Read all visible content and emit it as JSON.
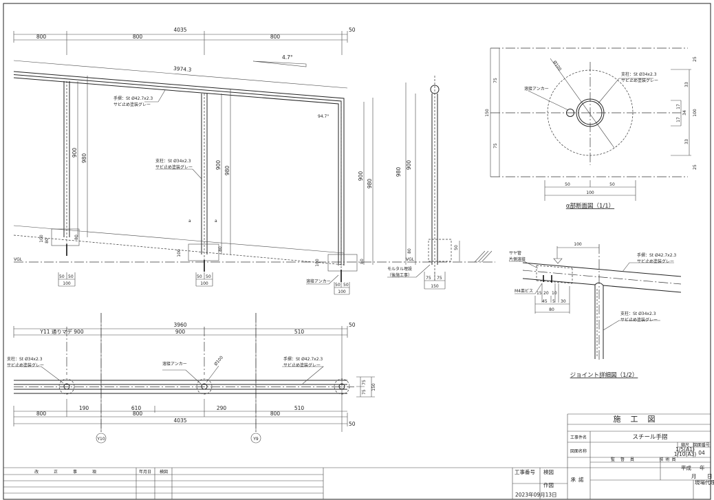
{
  "elevation": {
    "total": "4035",
    "end": "50",
    "spans": [
      "800",
      "800",
      "800"
    ],
    "slope_len": "3974.3",
    "angle": "4.7°",
    "corner_angle": "94.7°",
    "rail_label": "手摺：St Ø42.7x2.3",
    "rail_paint": "サビ止め塗装グレー",
    "post_label": "支柱：St Ø34x2.3",
    "post_paint": "サビ止め塗装グレー",
    "h900": "900",
    "h980": "980",
    "d100": "100",
    "d80": "80",
    "d20": "20",
    "d50": "50",
    "vgl": "VGL",
    "anchor": "溶接アンカー",
    "sec_mark": "a"
  },
  "side": {
    "h980": "980",
    "h900": "900",
    "d80": "80",
    "d50": "50",
    "d75": "75",
    "d150": "150",
    "vgl": "VGL",
    "mortar": "モルタル埋設",
    "mortar2": "（後施工事）"
  },
  "section": {
    "title": "α部断面図（1/1）",
    "dia": "Ø100",
    "anchor": "溶接アンカー",
    "post_label": "支柱：St Ø34x2.3",
    "post_paint": "サビ止め塗装グレー",
    "left": [
      "75",
      "150",
      "75"
    ],
    "right": [
      "25",
      "33",
      "17",
      "34",
      "17",
      "100",
      "33",
      "25"
    ],
    "bottom": [
      "50",
      "50",
      "100"
    ]
  },
  "joint": {
    "title": "ジョイント詳細図（1/2）",
    "sleeve": "サヤ管",
    "weld": "片側溶接",
    "d100": "100",
    "rail_label": "手摺：St Ø42.7x2.3",
    "rail_paint": "サビ止め塗装グレー",
    "post_label": "支柱：St Ø34x2.3",
    "post_paint": "サビ止め塗装グレー",
    "screw": "M4皿ビス",
    "dims1": [
      "15",
      "20",
      "10"
    ],
    "dims2": [
      "45",
      "5",
      "30"
    ],
    "dim3": "80"
  },
  "plan": {
    "top_total": "3960",
    "top_end": "50",
    "top_spans": [
      "Y11 通りマデ 900",
      "900",
      "510"
    ],
    "post_label": "支柱：St Ø34x2.3",
    "post_paint": "サビ止め塗装グレー",
    "anchor": "溶接アンカー",
    "dia": "Ø100",
    "rail_label": "手摺：St Ø42.7x2.3",
    "rail_paint": "サビ止め塗装グレー",
    "side": [
      "75",
      "75",
      "150"
    ],
    "sub": [
      "190",
      "610",
      "290",
      "510"
    ],
    "spans": [
      "800",
      "800",
      "800"
    ],
    "total": "4035",
    "end": "50",
    "grids": [
      "Y10",
      "Y9"
    ]
  },
  "title_block": {
    "title": "施工図",
    "project_label": "工事件名",
    "project": "スチール手摺",
    "drawing_label": "図面名称",
    "scale_label": "縮尺",
    "scale1": "1/5(A1)",
    "scale2": "1/10(A3)",
    "number_label": "図面番号",
    "number": "04",
    "approval": "承諾",
    "supervisor": "監督員",
    "engineer": "技術員",
    "era": "平成",
    "year": "年",
    "month": "月",
    "day": "日",
    "agent": "現場代理人",
    "job_no": "工事番号",
    "check": "検図",
    "drawn": "作図",
    "date": "2023年09月13日"
  },
  "revision": {
    "header": "改 正 事 項",
    "date": "年月日",
    "check": "検図"
  }
}
